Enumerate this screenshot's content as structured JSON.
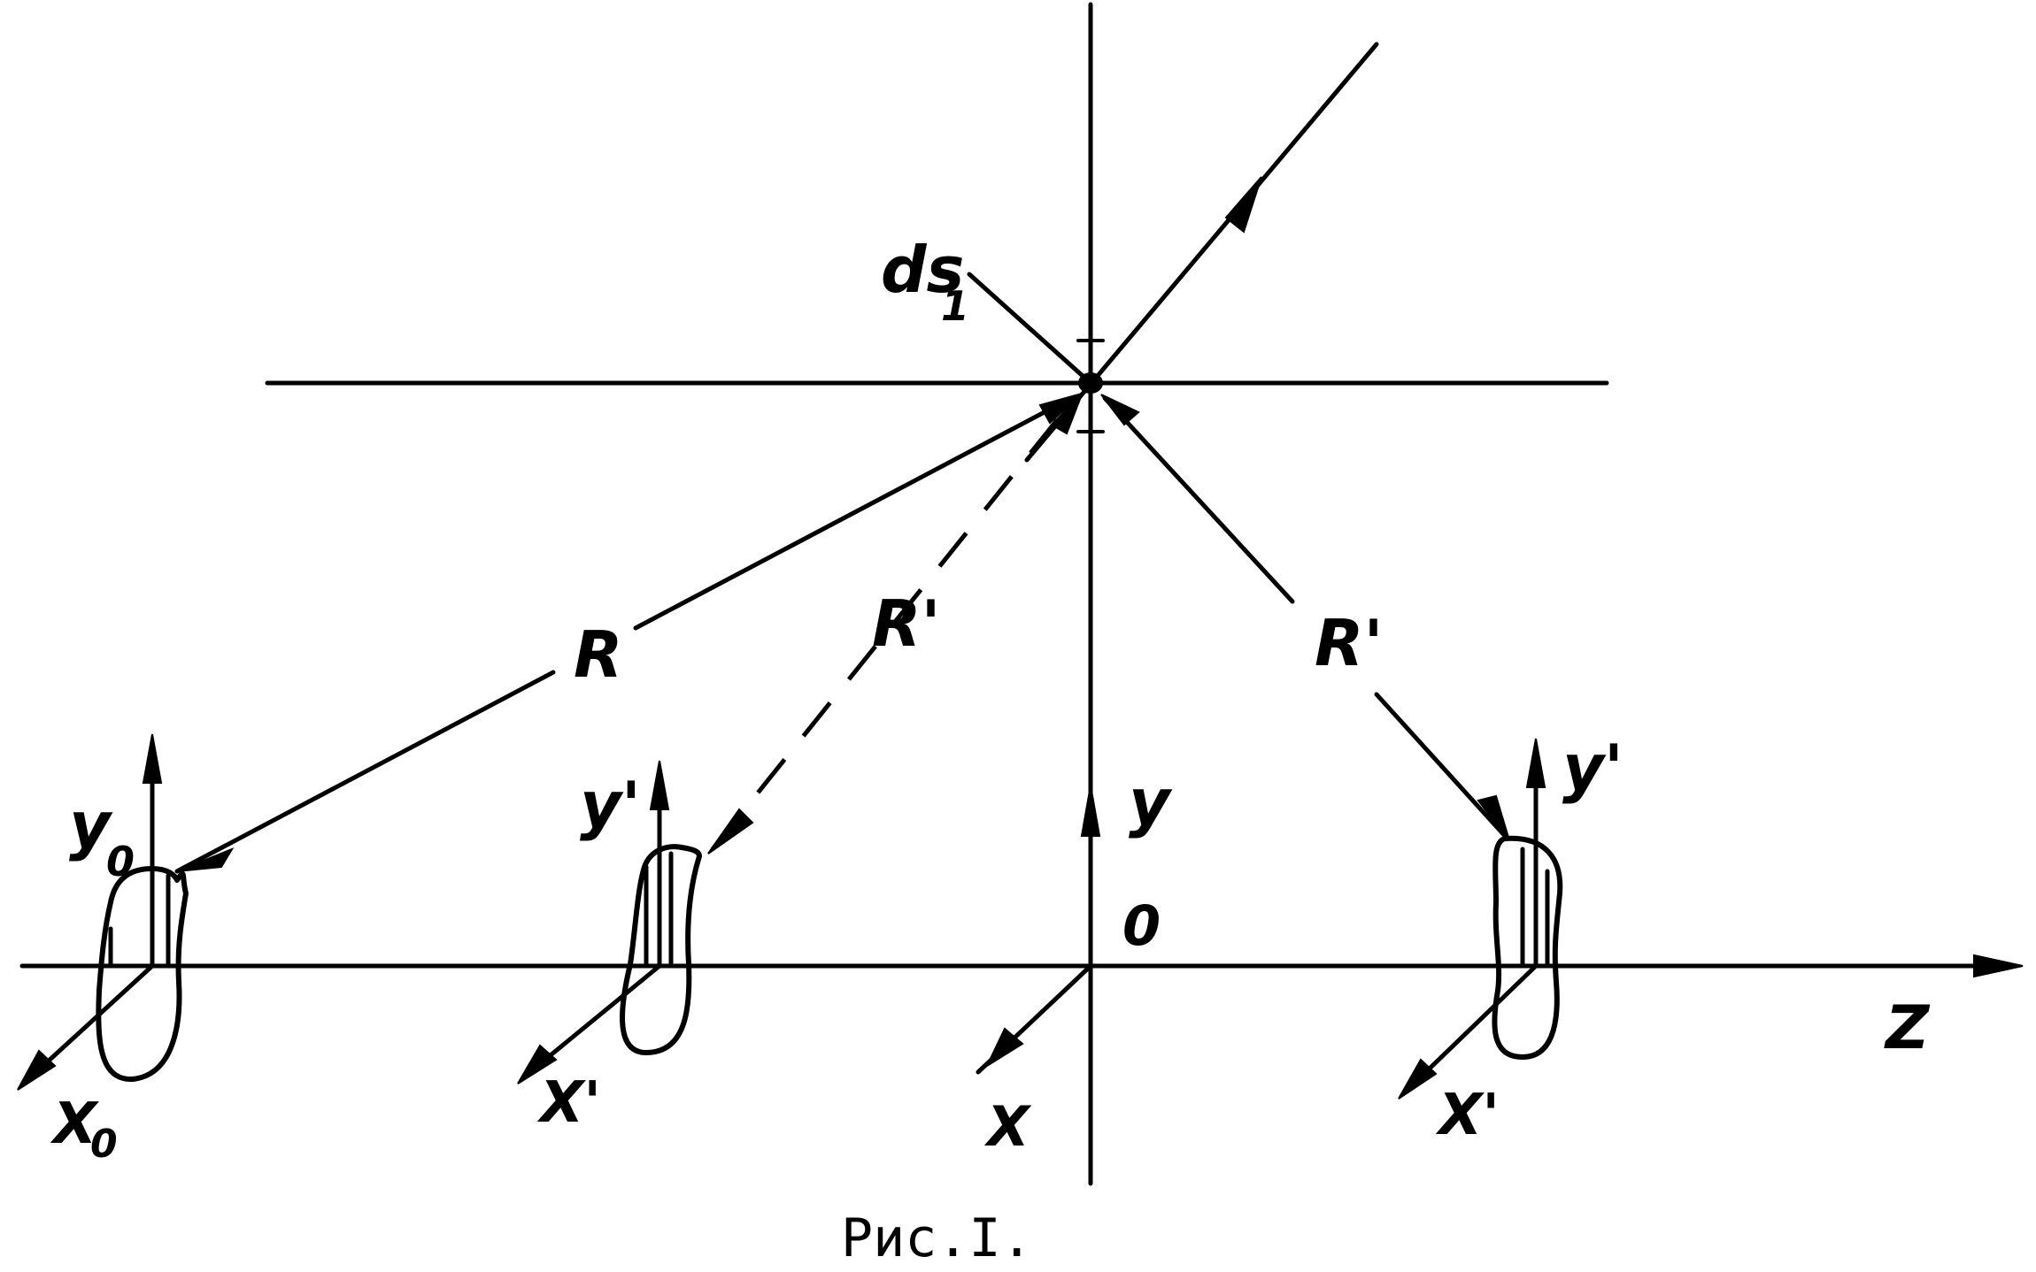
{
  "labels": {
    "ds": "ds",
    "ds_sub": "1",
    "R": "R",
    "R_prime_mid": "R'",
    "R_prime_right": "R'",
    "y0": "y",
    "y0_sub": "0",
    "x0": "X",
    "x0_sub": "0",
    "y_prime_mid": "y'",
    "x_prime_mid": "X'",
    "y": "y",
    "origin": "0",
    "x": "X",
    "y_prime_right": "y'",
    "x_prime_right": "X'",
    "z": "Z"
  },
  "caption": "Рис.I."
}
